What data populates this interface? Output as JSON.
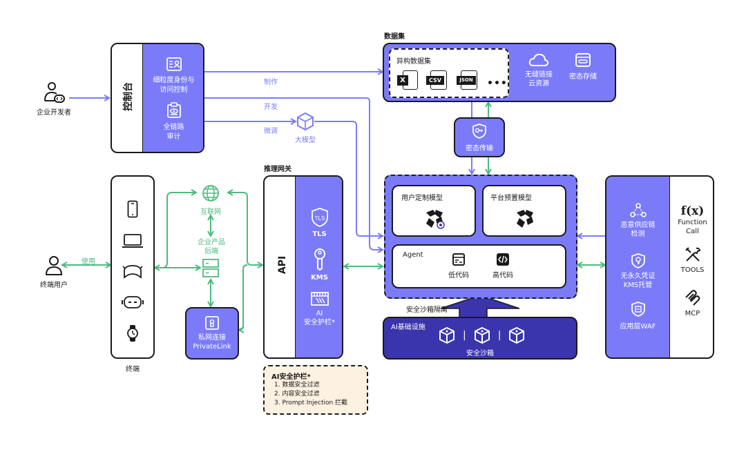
{
  "actors": {
    "developer": "企业开发者",
    "end_user": "终端用户"
  },
  "console": {
    "title": "控制台",
    "items": [
      {
        "icon": "id-card-icon",
        "label": "细粒度身份与\n访问控制"
      },
      {
        "icon": "audit-clipboard-icon",
        "label": "全链路\n审计"
      }
    ]
  },
  "flows": {
    "make": "制作",
    "develop": "开发",
    "finetune": "微调",
    "use": "使用"
  },
  "large_model": {
    "label": "大模型",
    "icon": "cube-icon"
  },
  "dataset": {
    "title": "数据集",
    "hetero": {
      "title": "异构数据集",
      "files": [
        "X",
        "CSV",
        "JSON"
      ],
      "more": "•••"
    },
    "items": [
      {
        "icon": "cloud-icon",
        "label": "无缝链接\n云资源"
      },
      {
        "icon": "key-card-icon",
        "label": "密态存储"
      }
    ]
  },
  "secure_transfer": {
    "label": "密态传输",
    "icon": "shield-key-icon"
  },
  "gateway": {
    "title": "推理网关",
    "api": "API",
    "items": [
      {
        "icon": "tls-shield-icon",
        "icon_text": "TLS",
        "label": "TLS"
      },
      {
        "icon": "key-icon",
        "label": "KMS"
      },
      {
        "icon": "guardrail-icon",
        "label": "AI\n安全护栏*"
      }
    ]
  },
  "guardrail_note": {
    "title": "AI安全护栏*",
    "lines": [
      "1. 数据安全过滤",
      "2. 内容安全过滤",
      "3. Prompt Injection 拦截"
    ]
  },
  "models": {
    "custom": "用户定制模型",
    "preset": "平台预置模型",
    "agent": {
      "title": "Agent",
      "items": [
        {
          "icon": "low-code-icon",
          "label": "低代码"
        },
        {
          "icon": "code-icon",
          "label": "高代码"
        }
      ]
    }
  },
  "sandbox": {
    "isolation": "安全沙箱隔离",
    "infra_title": "AI基础设施",
    "label": "安全沙箱",
    "separator": "|"
  },
  "terminal": {
    "label": "终端",
    "devices": [
      "phone-icon",
      "laptop-icon",
      "car-icon",
      "vr-headset-icon",
      "watch-icon"
    ]
  },
  "network": {
    "internet": "互联网",
    "backend": "企业产品\n后端",
    "privatelink": "私网连接\nPrivateLink"
  },
  "security_panel": {
    "items": [
      {
        "icon": "supply-chain-icon",
        "label": "恶意供应链\n检测"
      },
      {
        "icon": "key-shield-icon",
        "label": "无永久凭证\nKMS托管"
      },
      {
        "icon": "waf-shield-icon",
        "label": "应用层WAF"
      }
    ],
    "tools": [
      {
        "icon": "function-icon",
        "glyph": "f(x)",
        "label": "Function\nCall"
      },
      {
        "icon": "tools-icon",
        "label": "TOOLS"
      },
      {
        "icon": "mcp-icon",
        "label": "MCP"
      }
    ]
  },
  "colors": {
    "purple": "#7b7bfa",
    "deep_purple": "#3b35ad",
    "green": "#4cba7e",
    "note_bg": "#fdf1e1"
  }
}
